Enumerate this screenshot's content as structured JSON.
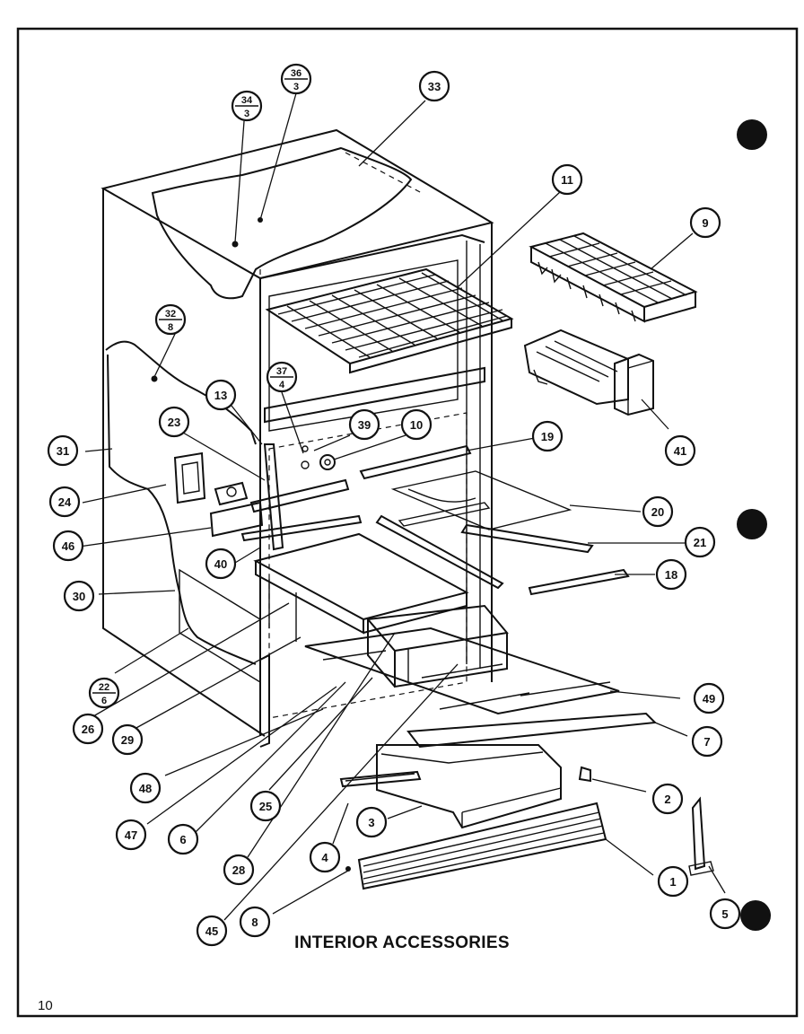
{
  "title": "INTERIOR ACCESSORIES",
  "page_number": "10",
  "callouts": [
    {
      "label": "34",
      "sub": "3"
    },
    {
      "label": "36",
      "sub": "3"
    },
    {
      "label": "33",
      "sub": ""
    },
    {
      "label": "11",
      "sub": ""
    },
    {
      "label": "9",
      "sub": ""
    },
    {
      "label": "32",
      "sub": "8"
    },
    {
      "label": "37",
      "sub": "4"
    },
    {
      "label": "13",
      "sub": ""
    },
    {
      "label": "23",
      "sub": ""
    },
    {
      "label": "39",
      "sub": ""
    },
    {
      "label": "10",
      "sub": ""
    },
    {
      "label": "19",
      "sub": ""
    },
    {
      "label": "41",
      "sub": ""
    },
    {
      "label": "31",
      "sub": ""
    },
    {
      "label": "24",
      "sub": ""
    },
    {
      "label": "20",
      "sub": ""
    },
    {
      "label": "21",
      "sub": ""
    },
    {
      "label": "46",
      "sub": ""
    },
    {
      "label": "40",
      "sub": ""
    },
    {
      "label": "18",
      "sub": ""
    },
    {
      "label": "30",
      "sub": ""
    },
    {
      "label": "22",
      "sub": "6"
    },
    {
      "label": "49",
      "sub": ""
    },
    {
      "label": "26",
      "sub": ""
    },
    {
      "label": "29",
      "sub": ""
    },
    {
      "label": "7",
      "sub": ""
    },
    {
      "label": "48",
      "sub": ""
    },
    {
      "label": "2",
      "sub": ""
    },
    {
      "label": "25",
      "sub": ""
    },
    {
      "label": "47",
      "sub": ""
    },
    {
      "label": "6",
      "sub": ""
    },
    {
      "label": "3",
      "sub": ""
    },
    {
      "label": "4",
      "sub": ""
    },
    {
      "label": "28",
      "sub": ""
    },
    {
      "label": "1",
      "sub": ""
    },
    {
      "label": "45",
      "sub": ""
    },
    {
      "label": "8",
      "sub": ""
    },
    {
      "label": "5",
      "sub": ""
    }
  ]
}
